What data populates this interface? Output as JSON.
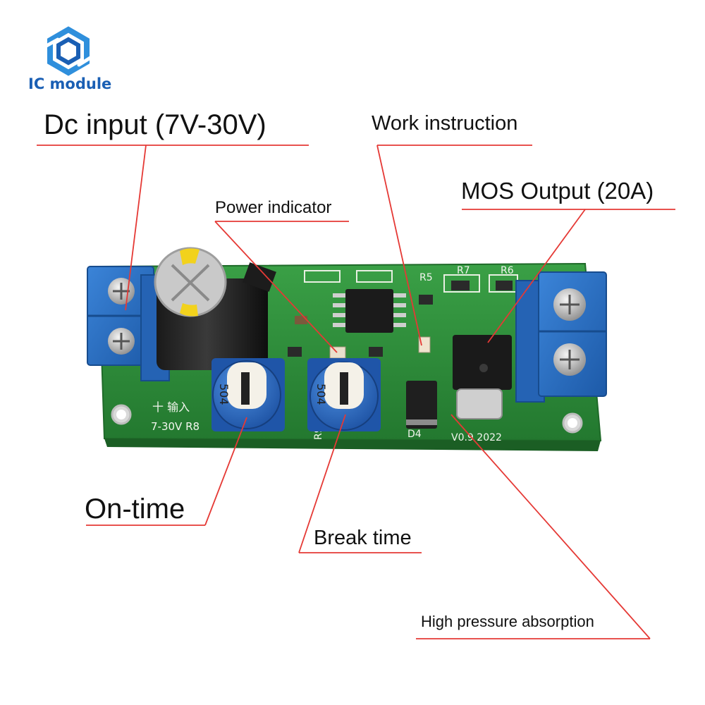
{
  "brand": {
    "name": "IC module",
    "colors": {
      "primary": "#1a5fb4",
      "accent": "#2f8fdc"
    }
  },
  "callouts": {
    "dc_input": "Dc input (7V-30V)",
    "work_instruction": "Work instruction",
    "mos_output": "MOS Output (20A)",
    "power_indicator": "Power indicator",
    "on_time": "On-time",
    "break_time": "Break time",
    "high_pressure_absorption": "High pressure absorption"
  },
  "colors": {
    "leader": "#e53935",
    "pcb": "#2e8b3a",
    "terminal": "#2a6fc4"
  }
}
